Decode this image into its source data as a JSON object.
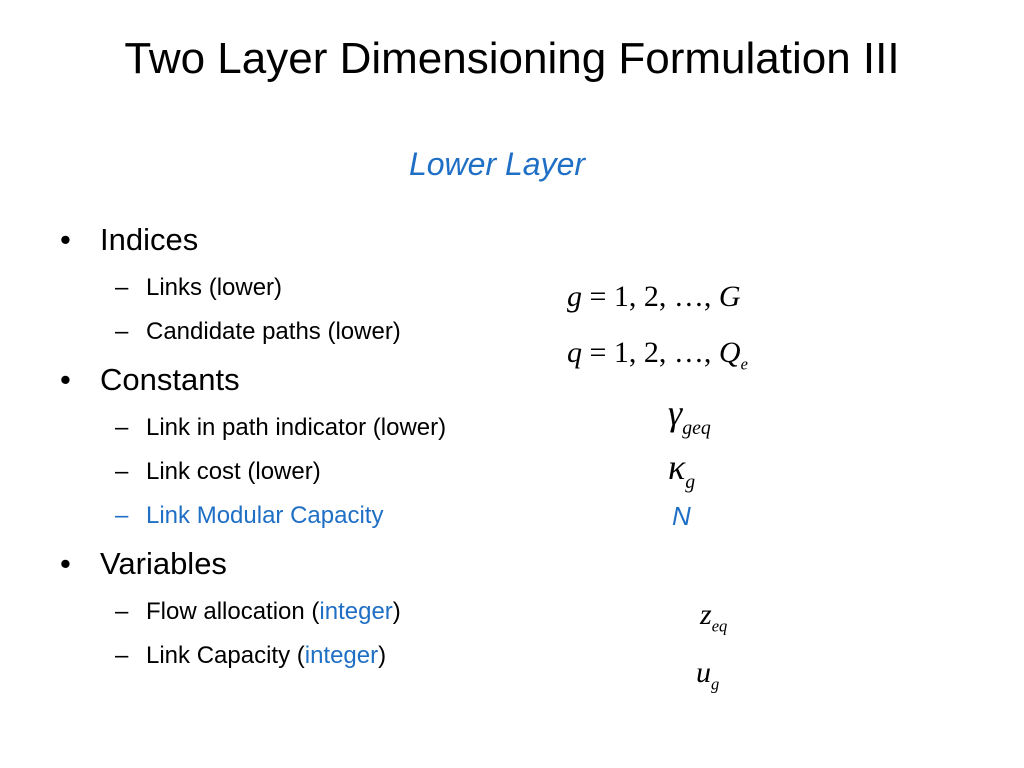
{
  "slide": {
    "title": "Two Layer Dimensioning Formulation III",
    "subtitle": "Lower Layer",
    "bullets": [
      {
        "label": "Indices",
        "items": [
          {
            "text": "Links (lower)",
            "math": "g = 1, 2, …, G"
          },
          {
            "text": "Candidate paths (lower)",
            "math": "q = 1, 2, …, Q_e"
          }
        ]
      },
      {
        "label": "Constants",
        "items": [
          {
            "text": "Link in path indicator (lower)",
            "math": "γ_geq"
          },
          {
            "text": "Link cost (lower)",
            "math": "κ_g"
          },
          {
            "text": "Link Modular Capacity",
            "math": "N"
          }
        ]
      },
      {
        "label": "Variables",
        "items": [
          {
            "text_before": "Flow allocation (",
            "text_highlight": "integer",
            "text_after": ")",
            "math": "z_eq"
          },
          {
            "text_before": "Link Capacity (",
            "text_highlight": "integer",
            "text_after": ")",
            "math": "u_g"
          }
        ]
      }
    ]
  },
  "symbols": {
    "bullet": "•",
    "dash": "–",
    "eq": "=",
    "list_g": "1, 2, …, ",
    "G": "G",
    "list_q": "1, 2, …, ",
    "Q": "Q",
    "gamma": "γ",
    "kappa": "κ",
    "N": "N",
    "z": "z",
    "u": "u",
    "sub_e": "e",
    "sub_geq": "geq",
    "sub_g": "g",
    "sub_eq": "eq",
    "sub_u_g": "g",
    "var_g": "g",
    "var_q": "q"
  },
  "colors": {
    "accent": "#1f6fc5",
    "text": "#000000",
    "background": "#ffffff"
  }
}
